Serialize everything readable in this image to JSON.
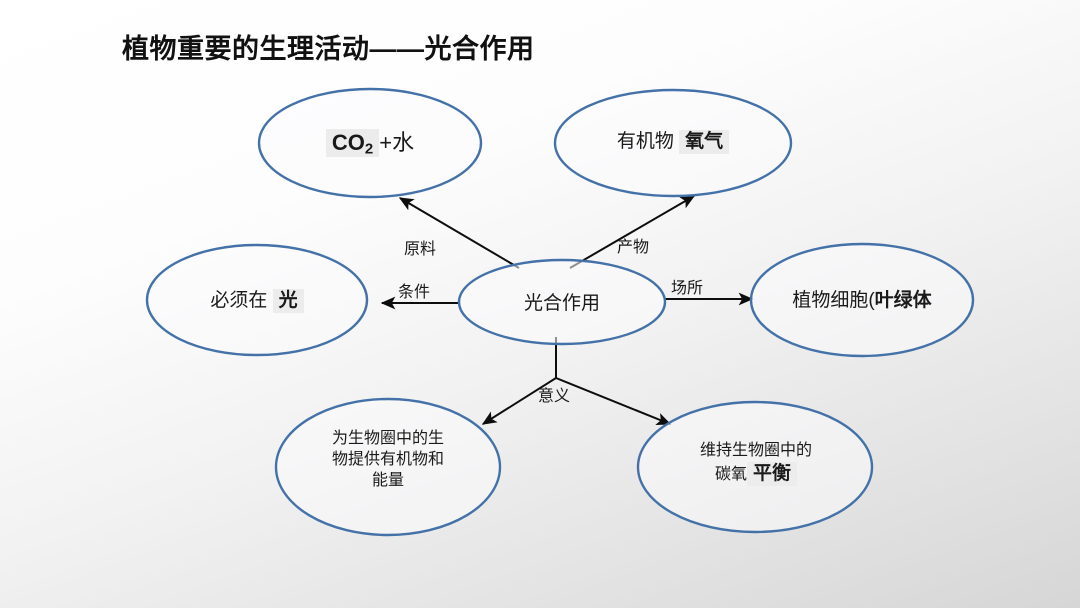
{
  "slide": {
    "title": "植物重要的生理活动——光合作用",
    "background_top_color": "#ffffff",
    "background_bottom_color": "#d6d6d6",
    "ellipse_stroke_color": "#4472a8",
    "connector_color": "#0d0d0d",
    "highlight_color": "#ececec"
  },
  "nodes": {
    "center": {
      "label": "光合作用"
    },
    "raw_material": {
      "formula_prefix": "CO",
      "formula_subscript": "2",
      "suffix": "+水"
    },
    "product": {
      "plain": "有机物",
      "highlight": "氧气"
    },
    "condition": {
      "plain": "必须在",
      "highlight": "光"
    },
    "location": {
      "plain": "植物细胞(",
      "highlight": "叶绿体"
    },
    "significance_left": {
      "line1": "为生物圈中的生",
      "line2": "物提供有机物和",
      "line3": "能量"
    },
    "significance_right": {
      "line1": "维持生物圈中的",
      "line2_plain": "碳氧",
      "line2_highlight": "平衡"
    }
  },
  "edges": {
    "raw_material": "原料",
    "product": "产物",
    "condition": "条件",
    "location": "场所",
    "significance": "意义"
  }
}
